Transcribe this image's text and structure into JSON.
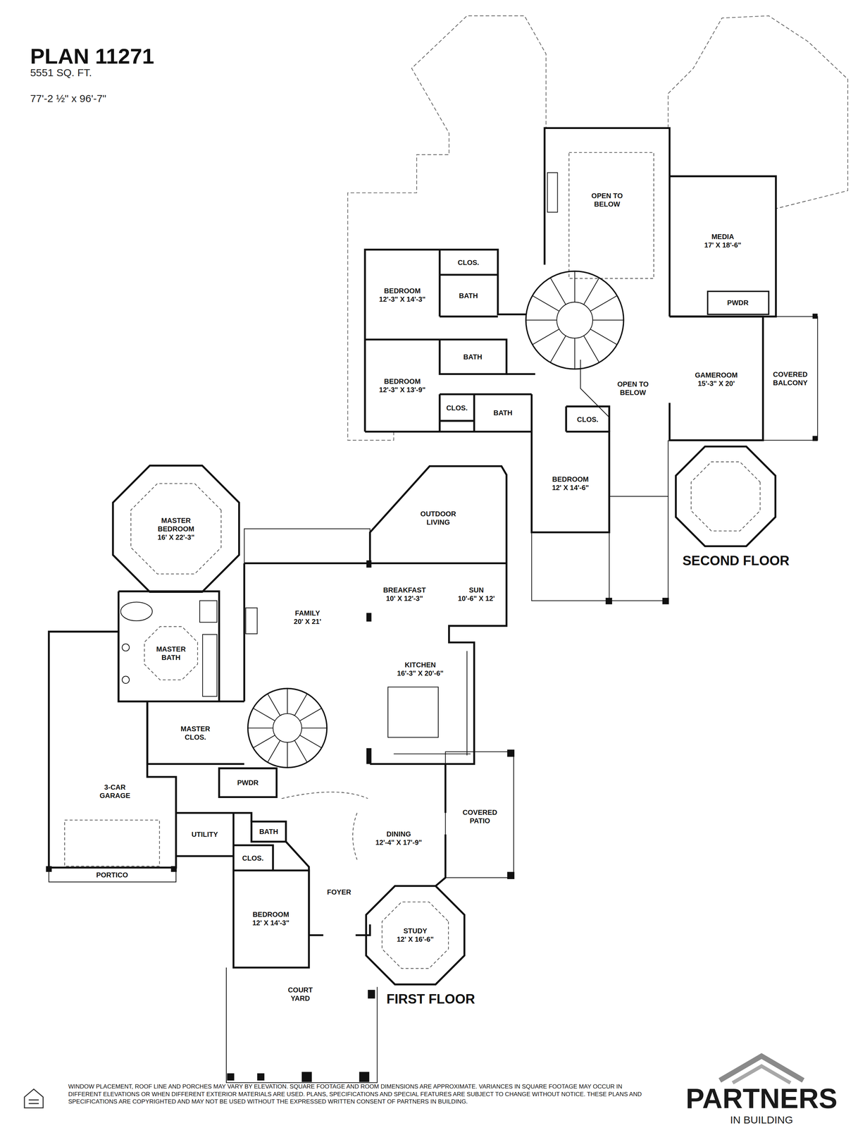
{
  "diagram": {
    "title": "PLAN 11271",
    "nodes": [
      {
        "text": [
          "OPEN TO BELOW"
        ]
      },
      {
        "text": [
          "MEDIA",
          "17' X 18'-6\""
        ]
      },
      {
        "text": [
          "CLOS."
        ]
      },
      {
        "text": [
          "BEDROOM",
          "12'-3\" X 14'-3\""
        ]
      },
      {
        "text": [
          "BATH"
        ]
      },
      {
        "text": [
          "PWDR"
        ]
      },
      {
        "text": [
          "BATH"
        ]
      },
      {
        "text": [
          "BEDROOM",
          "12'-3\" X 13'-9\""
        ]
      },
      {
        "text": [
          "COVERED BALCONY"
        ]
      },
      {
        "text": [
          "GAMEROOM",
          "15'-3\" X 20'"
        ]
      },
      {
        "text": [
          "OPEN TO BELOW"
        ]
      },
      {
        "text": [
          "CLOS."
        ]
      },
      {
        "text": [
          "BATH"
        ]
      },
      {
        "text": [
          "CLOS."
        ]
      },
      {
        "text": [
          "BEDROOM",
          "12' X 14'-6\""
        ]
      },
      {
        "text": [
          "OUTDOOR LIVING"
        ]
      },
      {
        "text": [
          "MASTER BEDROOM",
          "16' X 22'-3\""
        ]
      },
      {
        "text": [
          "FAMILY",
          "20' X 21'"
        ]
      },
      {
        "text": [
          "BREAKFAST",
          "10' X 12'-3\""
        ]
      },
      {
        "text": [
          "SUN",
          "10'-6\" X 12'"
        ]
      },
      {
        "text": [
          "MASTER BATH"
        ]
      },
      {
        "text": [
          "KITCHEN",
          "16'-3\" X 20'-6\""
        ]
      },
      {
        "text": [
          "MASTER CLOS."
        ]
      },
      {
        "text": [
          "PWDR"
        ]
      },
      {
        "text": [
          "3-CAR GARAGE"
        ]
      },
      {
        "text": [
          "COVERED PATIO"
        ]
      },
      {
        "text": [
          "UTILITY"
        ]
      },
      {
        "text": [
          "BATH"
        ]
      },
      {
        "text": [
          "DINING",
          "12'-4\" X 17'-9\""
        ]
      },
      {
        "text": [
          "CLOS."
        ]
      },
      {
        "text": [
          "PORTICO"
        ]
      },
      {
        "text": [
          "FOYER"
        ]
      },
      {
        "text": [
          "BEDROOM",
          "12' X 14'-3\""
        ]
      },
      {
        "text": [
          "STUDY",
          "12' X 16'-6\""
        ]
      },
      {
        "text": [
          "COURT YARD"
        ]
      }
    ],
    "labels": [
      "5551 SQ. FT.",
      "77'-2 ½\" x 96'-7\"",
      "SECOND FLOOR",
      "FIRST FLOOR",
      "WINDOW PLACEMENT, ROOF LINE AND PORCHES MAY VARY BY ELEVATION. SQUARE FOOTAGE AND ROOM DIMENSIONS ARE APPROXIMATE. VARIANCES IN SQUARE FOOTAGE MAY OCCUR IN DIFFERENT ELEVATIONS OR WHEN DIFFERENT EXTERIOR MATERIALS ARE USED. PLANS, SPECIFICATIONS AND SPECIAL FEATURES ARE SUBJECT TO CHANGE WITHOUT NOTICE. THESE PLANS AND SPECIFICATIONS ARE COPYRIGHTED AND MAY NOT BE USED WITHOUT THE EXPRESSED WRITTEN CONSENT OF PARTNERS IN BUILDING.",
      "PARTNERS",
      "IN BUILDING"
    ]
  }
}
